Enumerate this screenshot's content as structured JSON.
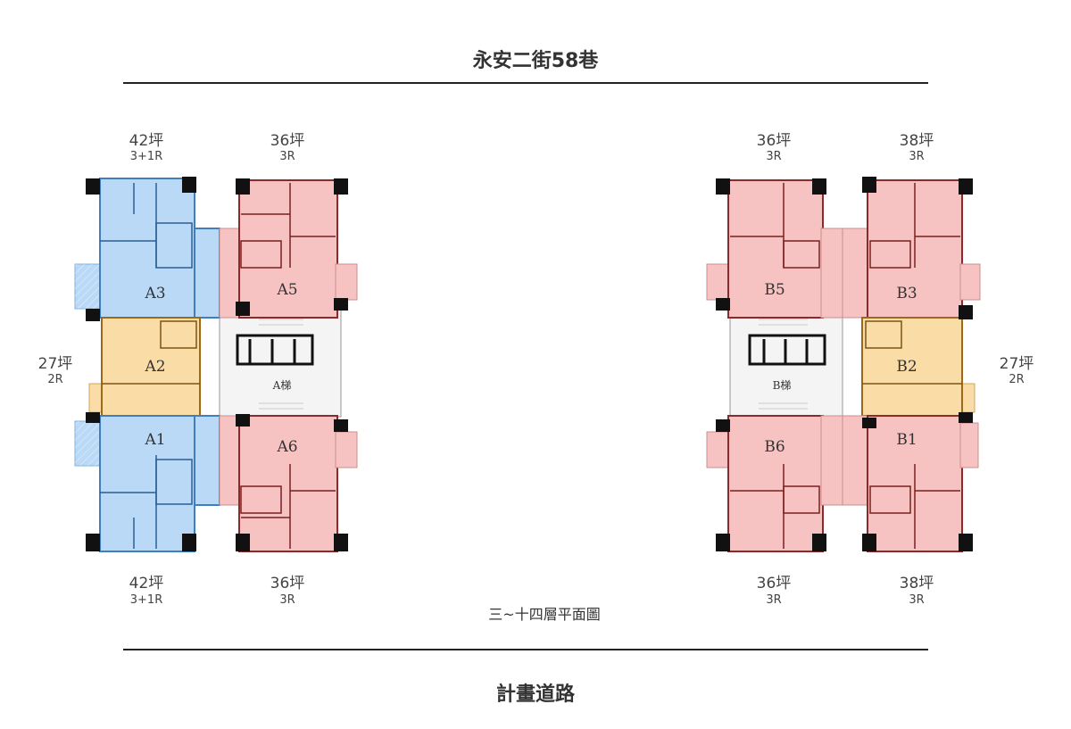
{
  "roads": {
    "top": "永安二街58巷",
    "bottom": "計畫道路"
  },
  "caption": "三~十四層平面圖",
  "colors": {
    "blue": "#b9d9f7",
    "orange": "#f9dca6",
    "pink": "#f7c2c2",
    "wall": "#111111"
  },
  "units": {
    "A3": {
      "label": "A3",
      "size": "42坪",
      "rooms": "3+1R"
    },
    "A5": {
      "label": "A5",
      "size": "36坪",
      "rooms": "3R"
    },
    "A2": {
      "label": "A2",
      "size": "27坪",
      "rooms": "2R"
    },
    "A1": {
      "label": "A1",
      "size": "42坪",
      "rooms": "3+1R"
    },
    "A6": {
      "label": "A6",
      "size": "36坪",
      "rooms": "3R"
    },
    "B5": {
      "label": "B5",
      "size": "36坪",
      "rooms": "3R"
    },
    "B3": {
      "label": "B3",
      "size": "38坪",
      "rooms": "3R"
    },
    "B2": {
      "label": "B2",
      "size": "27坪",
      "rooms": "2R"
    },
    "B6": {
      "label": "B6",
      "size": "36坪",
      "rooms": "3R"
    },
    "B1": {
      "label": "B1",
      "size": "38坪",
      "rooms": "3R"
    }
  },
  "lifts": {
    "A": "A梯",
    "B": "B梯"
  }
}
